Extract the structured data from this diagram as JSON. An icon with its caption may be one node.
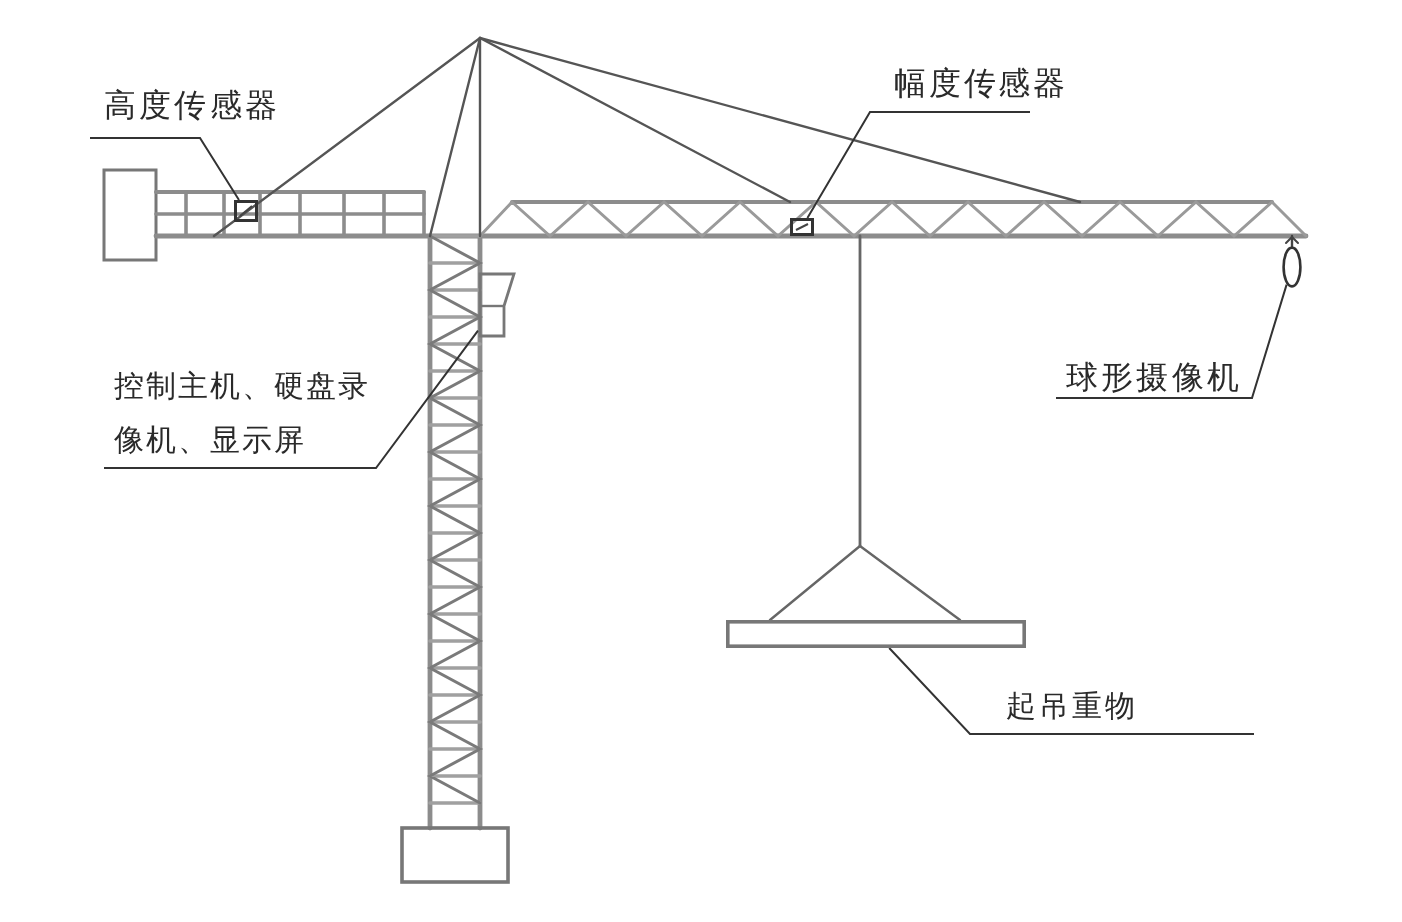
{
  "diagram": {
    "nodes": [
      {
        "text": [
          "高度传感器"
        ]
      },
      {
        "text": [],
        "shape": "box"
      },
      {
        "text": [
          "幅度传感器"
        ]
      },
      {
        "text": [],
        "shape": "box"
      },
      {
        "text": [
          "控制主机、硬盘录像机、显示屏"
        ]
      },
      {
        "text": [],
        "shape": "box"
      },
      {
        "text": [
          "球形摄像机"
        ]
      },
      {
        "text": [],
        "shape": "circle"
      },
      {
        "text": [
          "起吊重物"
        ]
      },
      {
        "text": [],
        "shape": "bar"
      }
    ],
    "edges": [
      {
        "from": 0,
        "to": 1,
        "arrow": "none"
      },
      {
        "from": 2,
        "to": 3,
        "arrow": "none"
      },
      {
        "from": 4,
        "to": 5,
        "arrow": "none"
      },
      {
        "from": 6,
        "to": 7,
        "arrow": "none"
      },
      {
        "from": 8,
        "to": 9,
        "arrow": "none"
      }
    ]
  }
}
